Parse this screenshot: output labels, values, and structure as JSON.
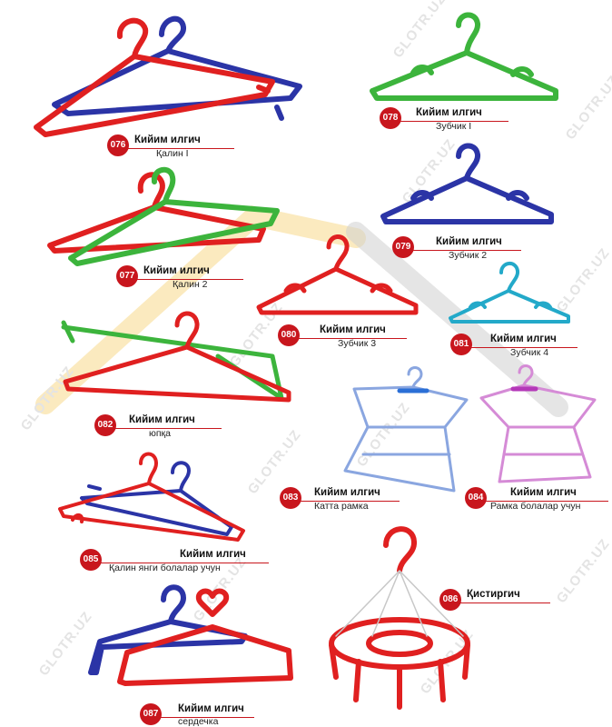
{
  "watermark": "GLOTR.UZ",
  "colors": {
    "badge": "#c8161d",
    "red": "#e02020",
    "blue": "#2b34a6",
    "green": "#3cb43c",
    "cyan": "#23a9c9",
    "lightblue": "#8aa6e0",
    "pink": "#d58bd6"
  },
  "items": [
    {
      "code": "076",
      "title": "Кийим илгич",
      "subtitle": "Қалин I"
    },
    {
      "code": "077",
      "title": "Кийим илгич",
      "subtitle": "Қалин 2"
    },
    {
      "code": "078",
      "title": "Кийим илгич",
      "subtitle": "Зубчик  I"
    },
    {
      "code": "079",
      "title": "Кийим илгич",
      "subtitle": "Зубчик 2"
    },
    {
      "code": "080",
      "title": "Кийим илгич",
      "subtitle": "Зубчик 3"
    },
    {
      "code": "081",
      "title": "Кийим илгич",
      "subtitle": "Зубчик 4"
    },
    {
      "code": "082",
      "title": "Кийим илгич",
      "subtitle": "юпқа"
    },
    {
      "code": "083",
      "title": "Кийим илгич",
      "subtitle": "Катта рамка"
    },
    {
      "code": "084",
      "title": "Кийим илгич",
      "subtitle": "Рамка болалар учун"
    },
    {
      "code": "085",
      "title": "Кийим илгич",
      "subtitle": "Қалин янги болалар учун"
    },
    {
      "code": "086",
      "title": "Қистиргич",
      "subtitle": ""
    },
    {
      "code": "087",
      "title": "Кийим илгич",
      "subtitle": "сердечка"
    }
  ]
}
